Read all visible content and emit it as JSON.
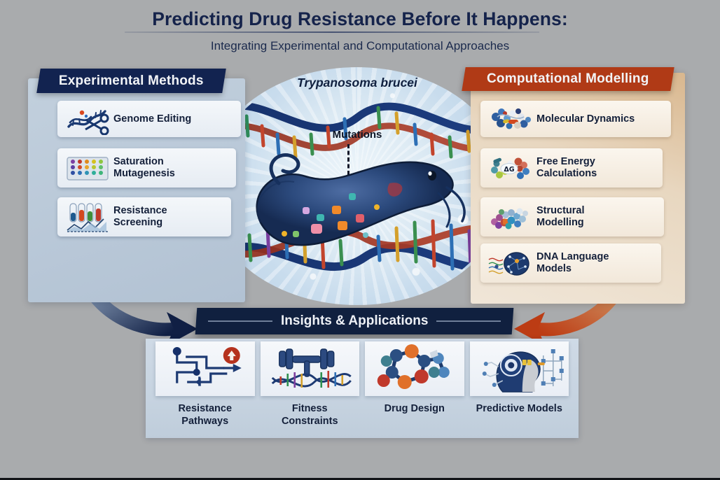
{
  "header": {
    "title": "Predicting Drug Resistance Before It Happens:",
    "subtitle": "Integrating Experimental and Computational Approaches"
  },
  "center": {
    "species_label": "Trypanosoma brucei",
    "mutations_label": "Mutations",
    "organism_icon": "trypanosome-parasite-icon",
    "dna_icon": "dna-double-helix-icon"
  },
  "left_panel": {
    "banner": "Experimental Methods",
    "banner_color": "#122350",
    "items": [
      {
        "label": "Genome Editing",
        "icon": "dna-scissors-icon"
      },
      {
        "label": "Saturation\nMutagenesis",
        "icon": "microplate-icon"
      },
      {
        "label": "Resistance\nScreening",
        "icon": "test-tubes-chart-icon"
      }
    ]
  },
  "right_panel": {
    "banner": "Computational Modelling",
    "banner_color": "#b03a16",
    "items": [
      {
        "label": "Molecular Dynamics",
        "icon": "protein-molecule-icon"
      },
      {
        "label": "Free Energy\nCalculations",
        "icon": "delta-g-molecule-icon",
        "badge": "ΔG"
      },
      {
        "label": "Structural\nModelling",
        "icon": "protein-structure-icon"
      },
      {
        "label": "DNA Language\nModels",
        "icon": "brain-dna-icon"
      }
    ]
  },
  "insights": {
    "banner": "Insights & Applications",
    "cards": [
      {
        "label": "Resistance\nPathways",
        "icon": "pathway-network-icon"
      },
      {
        "label": "Fitness\nConstraints",
        "icon": "dumbbell-dna-icon"
      },
      {
        "label": "Drug Design",
        "icon": "molecule-ring-icon"
      },
      {
        "label": "Predictive Models",
        "icon": "ai-head-circuit-icon"
      }
    ]
  },
  "arrows": {
    "left_arrow": {
      "name": "experimental-to-insights-arrow",
      "color": "#13264f"
    },
    "right_arrow": {
      "name": "computational-to-insights-arrow",
      "color": "#b8401a"
    }
  },
  "colors": {
    "background": "#a9abad",
    "navy": "#122350",
    "rust": "#b03a16",
    "left_panel_bg": "#b9c8d8",
    "right_panel_bg": "#e8d7c0"
  }
}
